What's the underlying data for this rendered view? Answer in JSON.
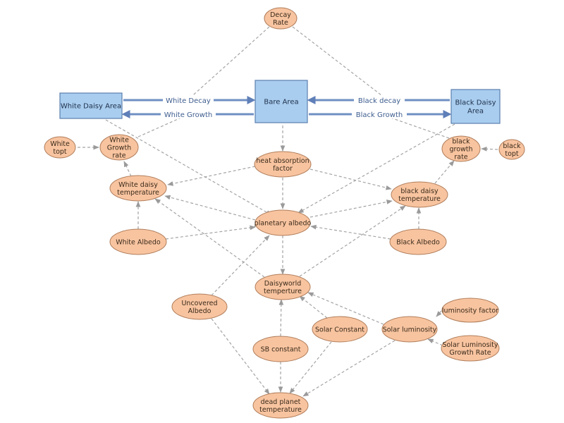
{
  "stocks": {
    "white_daisy_area": [
      "White Daisy Area"
    ],
    "bare_area": [
      "Bare Area"
    ],
    "black_daisy_area": [
      "Black Daisy",
      "Area"
    ]
  },
  "flows": {
    "white_decay": "White Decay",
    "white_growth": "White Growth",
    "black_decay": "Black decay",
    "black_growth": "Black Growth"
  },
  "variables": {
    "decay_rate": [
      "Decay",
      "Rate"
    ],
    "white_topt": [
      "White",
      "topt"
    ],
    "white_growth_rate": [
      "White",
      "Growth",
      "rate"
    ],
    "black_growth_rate": [
      "black",
      "growth",
      "rate"
    ],
    "black_topt": [
      "black",
      "topt"
    ],
    "heat_absorption_factor": [
      "heat absorption",
      "factor"
    ],
    "white_daisy_temperature": [
      "White daisy",
      "temperature"
    ],
    "black_daisy_temperature": [
      "black daisy",
      "temperature"
    ],
    "planetary_albedo": [
      "planetary albedo"
    ],
    "white_albedo": [
      "White Albedo"
    ],
    "black_albedo": [
      "Black Albedo"
    ],
    "daisyworld_temperture": [
      "Daisyworld",
      "temperture"
    ],
    "uncovered_albedo": [
      "Uncovered",
      "Albedo"
    ],
    "luminosity_factor": [
      "luminosity factor"
    ],
    "solar_constant": [
      "Solar Constant"
    ],
    "solar_luminosity": [
      "Solar luminosity"
    ],
    "sb_constant": [
      "SB constant"
    ],
    "solar_luminosity_growth_rate": [
      "Solar Luminosity",
      "Growth Rate"
    ],
    "dead_planet_temperature": [
      "dead planet",
      "temperature"
    ]
  },
  "colors": {
    "stock_fill": "#a9cdef",
    "variable_fill": "#f8c4a0",
    "flow_arrow": "#6f8fc3",
    "link_line": "#a4a4a4"
  }
}
